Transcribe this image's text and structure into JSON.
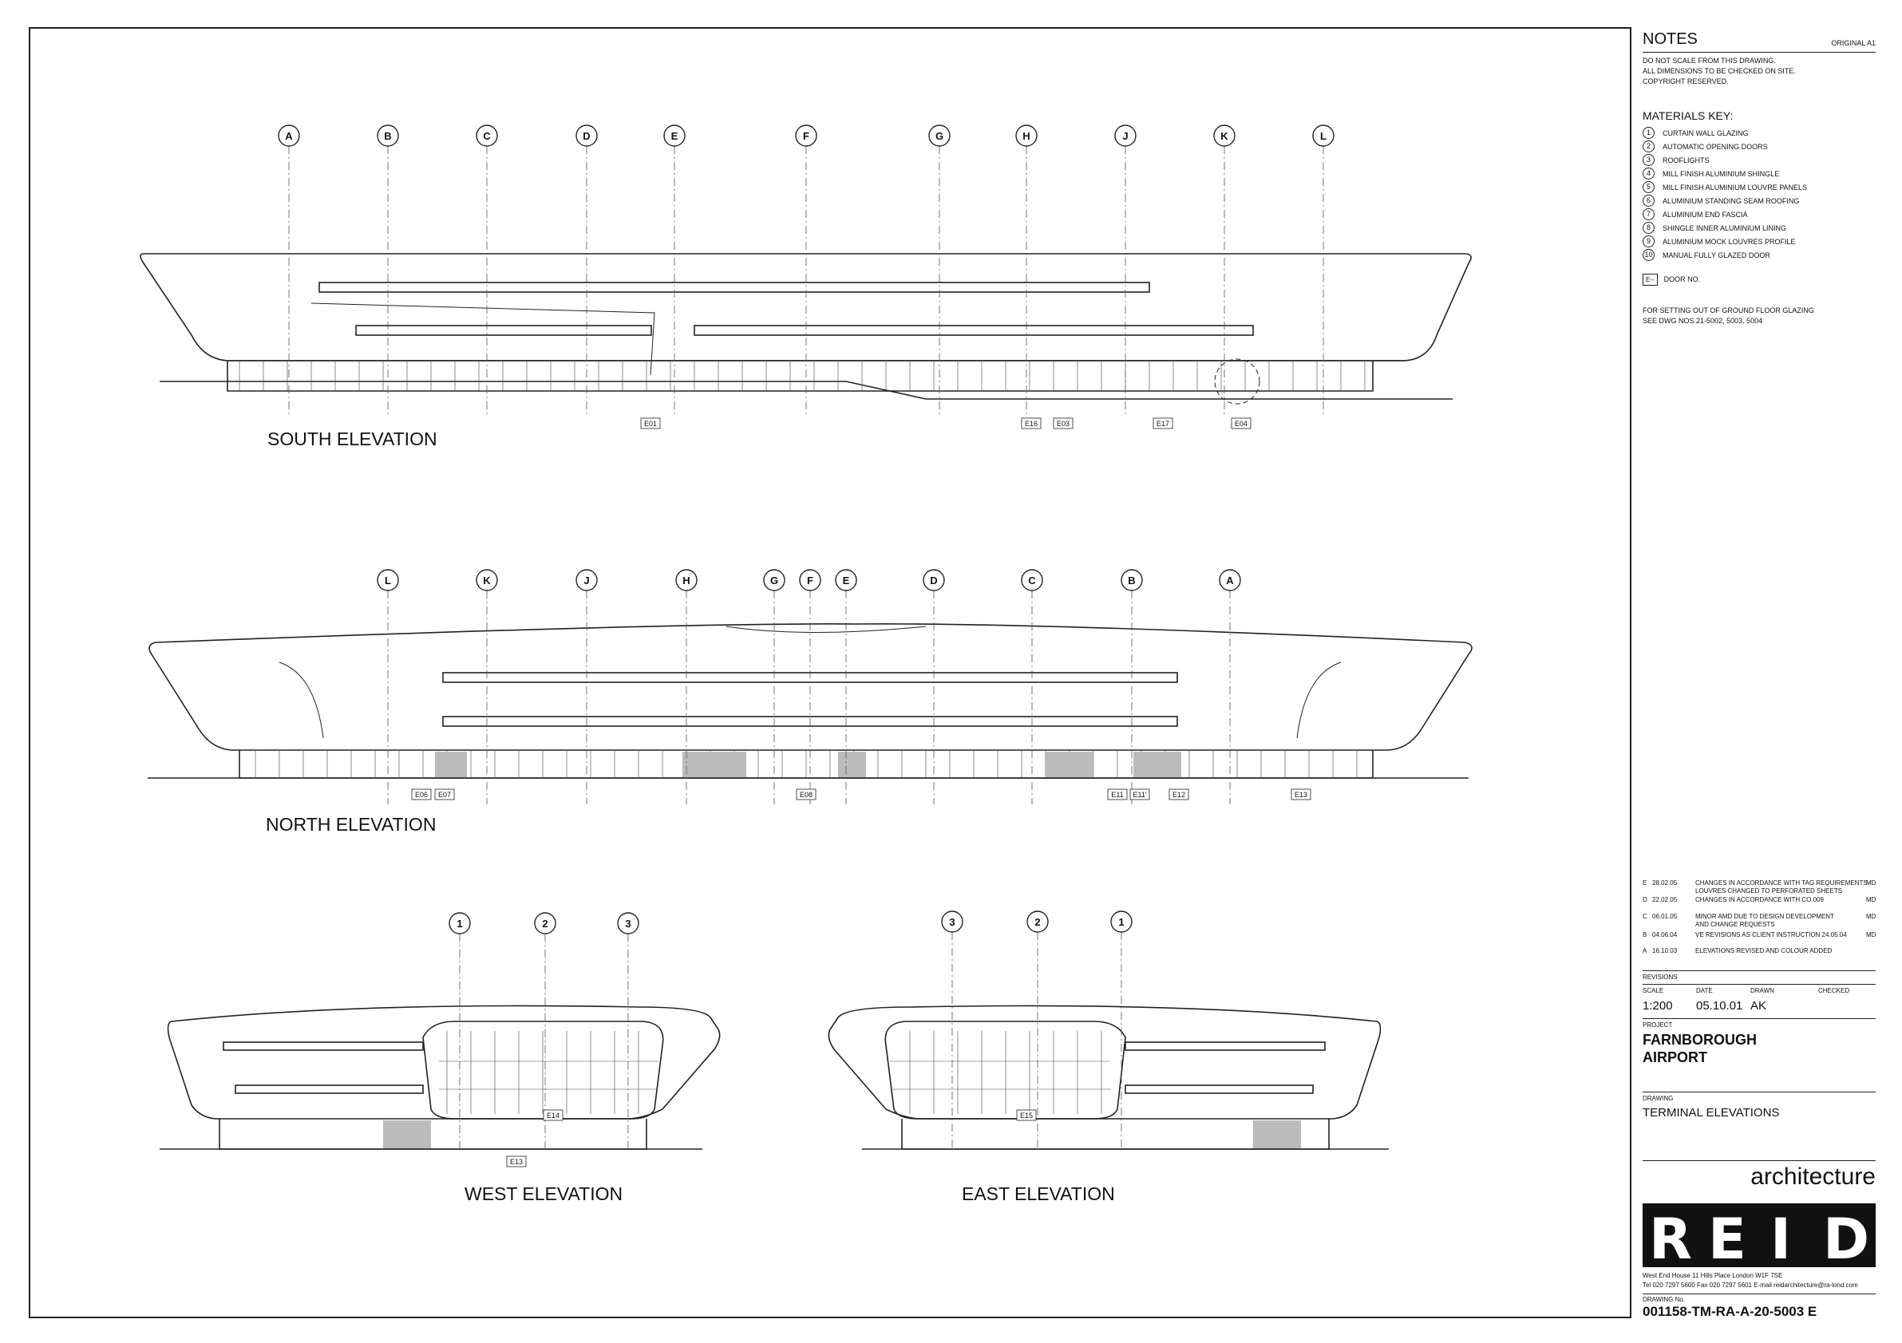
{
  "notes": {
    "title": "NOTES",
    "original": "ORIGINAL   A1",
    "lines": [
      "DO NOT SCALE FROM THIS DRAWING.",
      "ALL DIMENSIONS TO BE CHECKED ON SITE.",
      "COPYRIGHT RESERVED."
    ]
  },
  "materials": {
    "title": "MATERIALS KEY:",
    "items": [
      {
        "num": "1",
        "label": "CURTAIN WALL GLAZING"
      },
      {
        "num": "2",
        "label": "AUTOMATIC OPENING DOORS"
      },
      {
        "num": "3",
        "label": "ROOFLIGHTS"
      },
      {
        "num": "4",
        "label": "MILL FINISH ALUMINIUM SHINGLE"
      },
      {
        "num": "5",
        "label": "MILL FINISH ALUMINIUM LOUVRE PANELS"
      },
      {
        "num": "6",
        "label": "ALUMINIUM STANDING SEAM ROOFING"
      },
      {
        "num": "7",
        "label": "ALUMINIUM END FASCIA"
      },
      {
        "num": "8",
        "label": "SHINGLE  INNER ALUMINIUM LINING"
      },
      {
        "num": "9",
        "label": "ALUMINIUM  MOCK LOUVRES PROFILE"
      },
      {
        "num": "10",
        "label": "MANUAL FULLY GLAZED DOOR"
      }
    ],
    "door_key": "DOOR NO.",
    "door_symbol": "E--",
    "setting_out": [
      "FOR SETTING OUT OF GROUND FLOOR GLAZING",
      "SEE DWG NOS 21-5002, 5003, 5004"
    ]
  },
  "revisions": {
    "rows": [
      {
        "rev": "E",
        "date": "28.02.05",
        "desc1": "CHANGES IN ACCORDANCE WITH  TAG REQUIREMENTS",
        "desc2": "LOUVRES CHANGED TO PERFORATED SHEETS",
        "by": "MD"
      },
      {
        "rev": "D",
        "date": "22.02.05",
        "desc1": "CHANGES IN ACCORDANCE WITH  CO.009",
        "desc2": "",
        "by": "MD"
      },
      {
        "rev": "C",
        "date": "06.01.05",
        "desc1": "MINOR AMD DUE TO DESIGN DEVELOPMENT",
        "desc2": "AND CHANGE REQUESTS",
        "by": "MD"
      },
      {
        "rev": "B",
        "date": "04.06.04",
        "desc1": "VE REVISIONS AS CLIENT INSTRUCTION  24.05.04",
        "desc2": "",
        "by": "MD"
      },
      {
        "rev": "A",
        "date": "16.10.03",
        "desc1": "ELEVATIONS REVISED AND COLOUR ADDED",
        "desc2": "",
        "by": ""
      }
    ],
    "label": "REVISIONS"
  },
  "info": {
    "scale_label": "SCALE",
    "scale": "1:200",
    "date_label": "DATE",
    "date": "05.10.01",
    "drawn_label": "DRAWN",
    "drawn": "AK",
    "checked_label": "CHECKED",
    "project_label": "PROJECT",
    "project1": "FARNBOROUGH",
    "project2": "AIRPORT",
    "drawing_label": "DRAWING",
    "drawing": "TERMINAL ELEVATIONS",
    "firm": "architecture",
    "logo_letters": [
      "R",
      "E",
      "I",
      "D"
    ],
    "address": "West End House   11 Hills Place   London  W1F 7SE",
    "contact": "Tel  020 7297 5600   Fax  020 7297 5601   E-mail  reidarchitecture@ra-lond.com",
    "drawing_no_label": "DRAWING No.",
    "drawing_no": "001158-TM-RA-A-20-5003 E"
  },
  "elevations": {
    "south": "SOUTH ELEVATION",
    "north": "NORTH ELEVATION",
    "west": "WEST ELEVATION",
    "east": "EAST ELEVATION"
  },
  "grids": {
    "south": [
      "A",
      "B",
      "C",
      "D",
      "E",
      "F",
      "G",
      "H",
      "J",
      "K",
      "L"
    ],
    "north": [
      "L",
      "K",
      "J",
      "H",
      "G",
      "F",
      "E",
      "D",
      "C",
      "B",
      "A"
    ],
    "west": [
      "1",
      "2",
      "3"
    ],
    "east": [
      "3",
      "2",
      "1"
    ]
  },
  "doors": {
    "south": [
      "E01",
      "E16",
      "E03",
      "E17",
      "E04"
    ],
    "north": [
      "E06",
      "E07",
      "E08",
      "E11",
      "E11'",
      "E12",
      "E13"
    ],
    "west": [
      "E14",
      "E13"
    ],
    "east": [
      "E15"
    ]
  }
}
